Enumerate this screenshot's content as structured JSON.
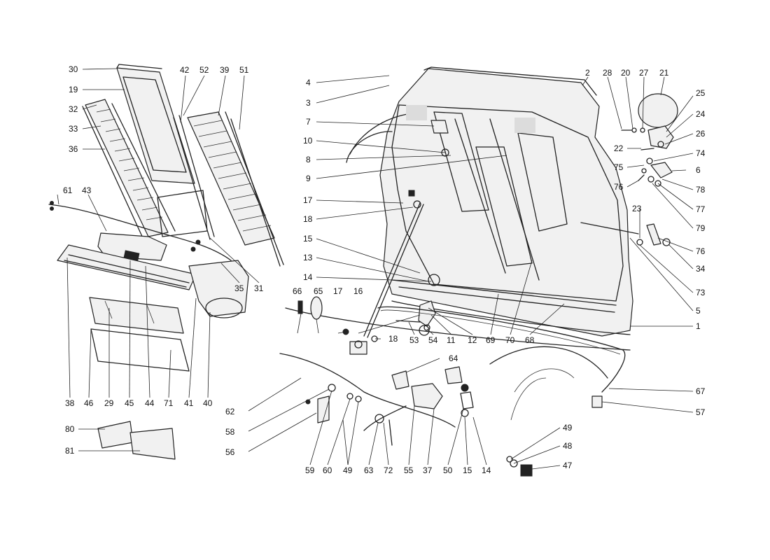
{
  "diagram": {
    "callouts": [
      {
        "id": "c30",
        "text": "30"
      },
      {
        "id": "c19",
        "text": "19"
      },
      {
        "id": "c32",
        "text": "32"
      },
      {
        "id": "c33",
        "text": "33"
      },
      {
        "id": "c36",
        "text": "36"
      },
      {
        "id": "c61",
        "text": "61"
      },
      {
        "id": "c43",
        "text": "43"
      },
      {
        "id": "c42",
        "text": "42"
      },
      {
        "id": "c52",
        "text": "52"
      },
      {
        "id": "c39",
        "text": "39"
      },
      {
        "id": "c51",
        "text": "51"
      },
      {
        "id": "c35",
        "text": "35"
      },
      {
        "id": "c31",
        "text": "31"
      },
      {
        "id": "c38",
        "text": "38"
      },
      {
        "id": "c46",
        "text": "46"
      },
      {
        "id": "c29",
        "text": "29"
      },
      {
        "id": "c45",
        "text": "45"
      },
      {
        "id": "c44",
        "text": "44"
      },
      {
        "id": "c71",
        "text": "71"
      },
      {
        "id": "c41",
        "text": "41"
      },
      {
        "id": "c40",
        "text": "40"
      },
      {
        "id": "c80",
        "text": "80"
      },
      {
        "id": "c81",
        "text": "81"
      },
      {
        "id": "c4",
        "text": "4"
      },
      {
        "id": "c3",
        "text": "3"
      },
      {
        "id": "c7",
        "text": "7"
      },
      {
        "id": "c10",
        "text": "10"
      },
      {
        "id": "c8",
        "text": "8"
      },
      {
        "id": "c9",
        "text": "9"
      },
      {
        "id": "c17a",
        "text": "17"
      },
      {
        "id": "c18a",
        "text": "18"
      },
      {
        "id": "c15a",
        "text": "15"
      },
      {
        "id": "c13",
        "text": "13"
      },
      {
        "id": "c14a",
        "text": "14"
      },
      {
        "id": "c66",
        "text": "66"
      },
      {
        "id": "c65",
        "text": "65"
      },
      {
        "id": "c17b",
        "text": "17"
      },
      {
        "id": "c16",
        "text": "16"
      },
      {
        "id": "c18b",
        "text": "18"
      },
      {
        "id": "c53",
        "text": "53"
      },
      {
        "id": "c54",
        "text": "54"
      },
      {
        "id": "c11",
        "text": "11"
      },
      {
        "id": "c12",
        "text": "12"
      },
      {
        "id": "c69",
        "text": "69"
      },
      {
        "id": "c70",
        "text": "70"
      },
      {
        "id": "c68",
        "text": "68"
      },
      {
        "id": "c64",
        "text": "64"
      },
      {
        "id": "c62",
        "text": "62"
      },
      {
        "id": "c58",
        "text": "58"
      },
      {
        "id": "c56",
        "text": "56"
      },
      {
        "id": "c59",
        "text": "59"
      },
      {
        "id": "c60",
        "text": "60"
      },
      {
        "id": "c49a",
        "text": "49"
      },
      {
        "id": "c63",
        "text": "63"
      },
      {
        "id": "c72",
        "text": "72"
      },
      {
        "id": "c55",
        "text": "55"
      },
      {
        "id": "c37",
        "text": "37"
      },
      {
        "id": "c50",
        "text": "50"
      },
      {
        "id": "c15b",
        "text": "15"
      },
      {
        "id": "c14b",
        "text": "14"
      },
      {
        "id": "c2",
        "text": "2"
      },
      {
        "id": "c28",
        "text": "28"
      },
      {
        "id": "c20",
        "text": "20"
      },
      {
        "id": "c27",
        "text": "27"
      },
      {
        "id": "c21",
        "text": "21"
      },
      {
        "id": "c25",
        "text": "25"
      },
      {
        "id": "c24",
        "text": "24"
      },
      {
        "id": "c26",
        "text": "26"
      },
      {
        "id": "c22",
        "text": "22"
      },
      {
        "id": "c74",
        "text": "74"
      },
      {
        "id": "c75",
        "text": "75"
      },
      {
        "id": "c6",
        "text": "6"
      },
      {
        "id": "c76a",
        "text": "76"
      },
      {
        "id": "c78",
        "text": "78"
      },
      {
        "id": "c77",
        "text": "77"
      },
      {
        "id": "c23",
        "text": "23"
      },
      {
        "id": "c79",
        "text": "79"
      },
      {
        "id": "c76b",
        "text": "76"
      },
      {
        "id": "c34",
        "text": "34"
      },
      {
        "id": "c73",
        "text": "73"
      },
      {
        "id": "c5",
        "text": "5"
      },
      {
        "id": "c1",
        "text": "1"
      },
      {
        "id": "c67",
        "text": "67"
      },
      {
        "id": "c57",
        "text": "57"
      },
      {
        "id": "c49b",
        "text": "49"
      },
      {
        "id": "c48",
        "text": "48"
      },
      {
        "id": "c47",
        "text": "47"
      }
    ]
  }
}
